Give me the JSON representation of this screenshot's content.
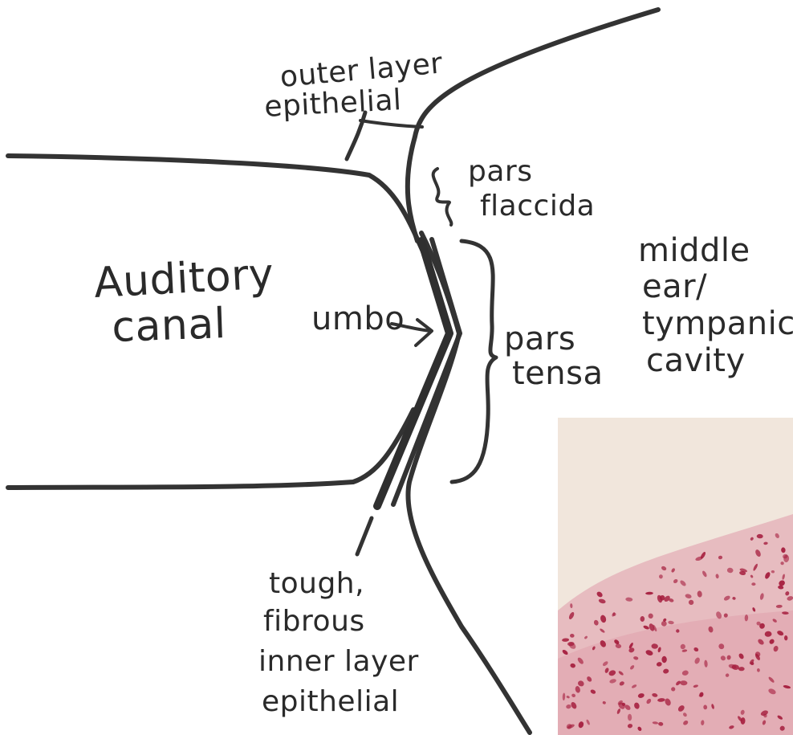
{
  "labels": {
    "auditory_canal_1": "Auditory",
    "auditory_canal_2": "canal",
    "outer_layer_1": "outer layer",
    "outer_layer_2": "epithelial",
    "pars_flaccida_1": "pars",
    "pars_flaccida_2": "flaccida",
    "umbo": "umbo",
    "pars_tensa_1": "pars",
    "pars_tensa_2": "tensa",
    "middle_ear_1": "middle",
    "middle_ear_2": "ear/",
    "middle_ear_3": "tympanic",
    "middle_ear_4": "cavity",
    "inner_layer_1": "tough,",
    "inner_layer_2": "fibrous",
    "inner_layer_3": "inner layer",
    "inner_layer_4": "epithelial"
  },
  "colors": {
    "ink": "#2a2a2a",
    "micrograph_background": "#f1e6dc",
    "tissue": "#e7bcc0",
    "nuclei": "#a51d3d"
  },
  "inset_image": "stained tissue micrograph"
}
